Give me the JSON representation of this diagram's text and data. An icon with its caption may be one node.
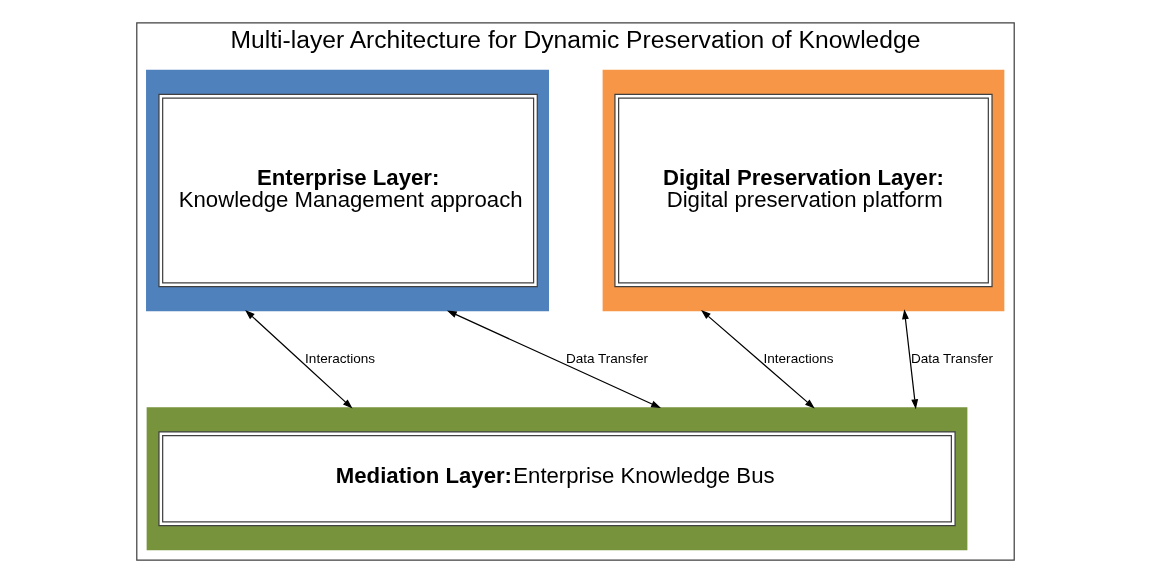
{
  "diagram": {
    "nodes": [
      {
        "text": [
          "Multi-layer Architecture for Dynamic Preservation of Knowledge"
        ]
      },
      {
        "text": [
          "Enterprise Layer:",
          "Knowledge Management approach"
        ],
        "in": 0
      },
      {
        "text": [
          "Digital Preservation Layer:",
          "Digital preservation platform"
        ],
        "in": 0
      },
      {
        "text": [
          "Mediation Layer:",
          "Enterprise Knowledge Bus"
        ],
        "in": 0
      }
    ],
    "edges": [
      {
        "from": 1,
        "to": 3,
        "arrow": "both",
        "label": "Interactions"
      },
      {
        "from": 1,
        "to": 3,
        "arrow": "both",
        "label": "Data Transfer"
      },
      {
        "from": 2,
        "to": 3,
        "arrow": "both",
        "label": "Interactions"
      },
      {
        "from": 2,
        "to": 3,
        "arrow": "both",
        "label": "Data Transfer"
      }
    ]
  }
}
